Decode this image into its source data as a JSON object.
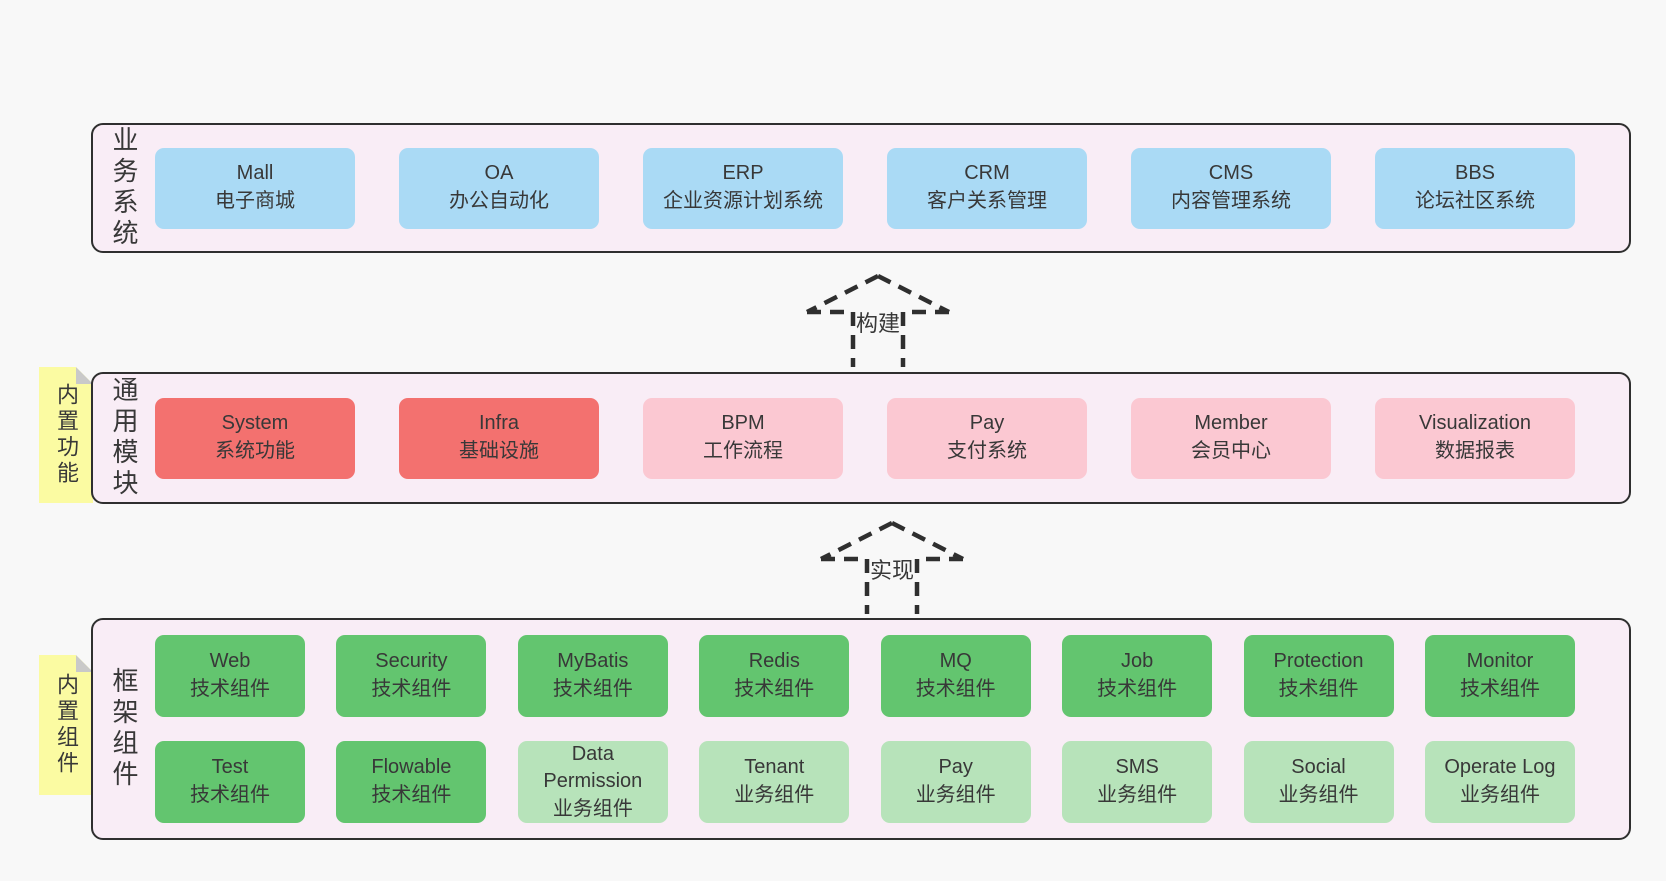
{
  "diagram": {
    "layers": [
      {
        "id": "business-systems",
        "label": "业务系统",
        "boxes": [
          {
            "name": "Mall",
            "desc": "电子商城",
            "color": "blue"
          },
          {
            "name": "OA",
            "desc": "办公自动化",
            "color": "blue"
          },
          {
            "name": "ERP",
            "desc": "企业资源计划系统",
            "color": "blue"
          },
          {
            "name": "CRM",
            "desc": "客户关系管理",
            "color": "blue"
          },
          {
            "name": "CMS",
            "desc": "内容管理系统",
            "color": "blue"
          },
          {
            "name": "BBS",
            "desc": "论坛社区系统",
            "color": "blue"
          }
        ]
      },
      {
        "id": "common-modules",
        "tag": "内置功能",
        "label": "通用模块",
        "boxes": [
          {
            "name": "System",
            "desc": "系统功能",
            "color": "red"
          },
          {
            "name": "Infra",
            "desc": "基础设施",
            "color": "red"
          },
          {
            "name": "BPM",
            "desc": "工作流程",
            "color": "pink"
          },
          {
            "name": "Pay",
            "desc": "支付系统",
            "color": "pink"
          },
          {
            "name": "Member",
            "desc": "会员中心",
            "color": "pink"
          },
          {
            "name": "Visualization",
            "desc": "数据报表",
            "color": "pink"
          }
        ]
      },
      {
        "id": "framework-components",
        "tag": "内置组件",
        "label": "框架组件",
        "rows": [
          [
            {
              "name": "Web",
              "desc": "技术组件",
              "color": "green"
            },
            {
              "name": "Security",
              "desc": "技术组件",
              "color": "green"
            },
            {
              "name": "MyBatis",
              "desc": "技术组件",
              "color": "green"
            },
            {
              "name": "Redis",
              "desc": "技术组件",
              "color": "green"
            },
            {
              "name": "MQ",
              "desc": "技术组件",
              "color": "green"
            },
            {
              "name": "Job",
              "desc": "技术组件",
              "color": "green"
            },
            {
              "name": "Protection",
              "desc": "技术组件",
              "color": "green"
            },
            {
              "name": "Monitor",
              "desc": "技术组件",
              "color": "green"
            }
          ],
          [
            {
              "name": "Test",
              "desc": "技术组件",
              "color": "green"
            },
            {
              "name": "Flowable",
              "desc": "技术组件",
              "color": "green"
            },
            {
              "name": "Data Permission",
              "desc": "业务组件",
              "color": "lightgreen"
            },
            {
              "name": "Tenant",
              "desc": "业务组件",
              "color": "lightgreen"
            },
            {
              "name": "Pay",
              "desc": "业务组件",
              "color": "lightgreen"
            },
            {
              "name": "SMS",
              "desc": "业务组件",
              "color": "lightgreen"
            },
            {
              "name": "Social",
              "desc": "业务组件",
              "color": "lightgreen"
            },
            {
              "name": "Operate Log",
              "desc": "业务组件",
              "color": "lightgreen"
            }
          ]
        ]
      }
    ],
    "arrows": [
      {
        "label": "构建"
      },
      {
        "label": "实现"
      }
    ],
    "colors": {
      "page_bg": "#f8f8f8",
      "layer_bg": "#f9edf6",
      "layer_border": "#2f2f2f",
      "text": "#383838",
      "sticky_bg": "#fbfba2",
      "sticky_fold": "#c9c9c9",
      "blue": "#aadaf5",
      "red": "#f3716f",
      "pink": "#fbc8d2",
      "green": "#63c56f",
      "lightgreen": "#b7e3ba"
    }
  }
}
